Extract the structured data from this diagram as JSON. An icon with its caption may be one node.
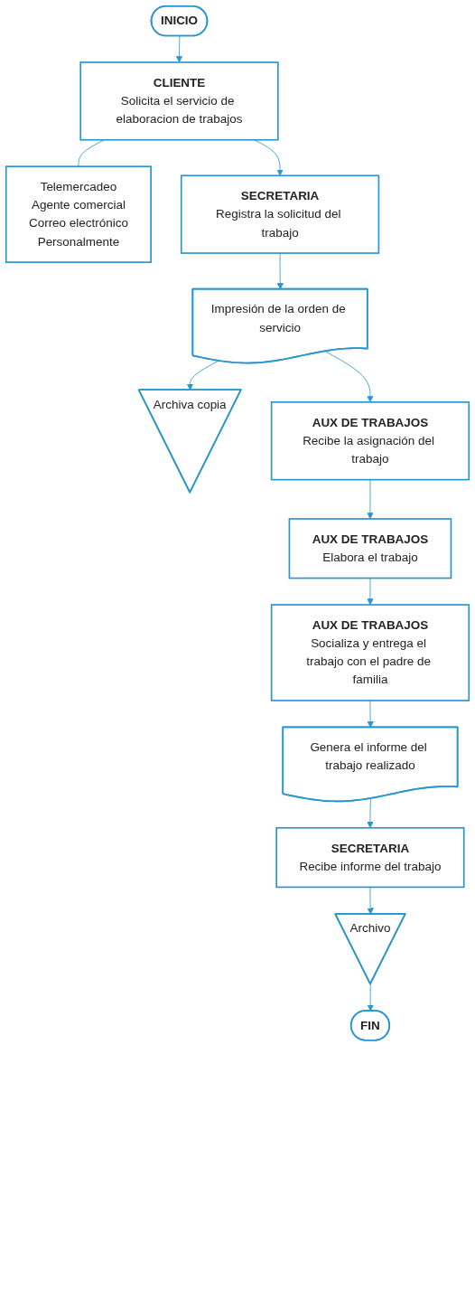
{
  "diagram": {
    "nodes": [
      {
        "text": [
          "INICIO"
        ]
      },
      {
        "text": [
          "CLIENTE",
          "Solicita el servicio de elaboracion de trabajos"
        ]
      },
      {
        "text": [
          "Telemercadeo",
          "Agente comercial",
          "Correo electrónico",
          "Personalmente"
        ]
      },
      {
        "text": [
          "SECRETARIA",
          "Registra la solicitud del trabajo"
        ]
      },
      {
        "text": [
          "Impresión de la orden de servicio"
        ]
      },
      {
        "text": [
          "Archiva copia"
        ]
      },
      {
        "text": [
          "AUX DE TRABAJOS",
          "Recibe la asignación del trabajo"
        ]
      },
      {
        "text": [
          "AUX DE TRABAJOS",
          "Elabora el trabajo"
        ]
      },
      {
        "text": [
          "AUX DE TRABAJOS",
          "Socializa y entrega el trabajo con el padre de familia"
        ]
      },
      {
        "text": [
          "Genera el informe del trabajo realizado"
        ]
      },
      {
        "text": [
          "SECRETARIA",
          "Recibe informe del trabajo"
        ]
      },
      {
        "text": [
          "Archivo"
        ]
      },
      {
        "text": [
          "FIN"
        ]
      }
    ],
    "edges": [
      {
        "from": 0,
        "to": 1,
        "arrow": "to"
      },
      {
        "from": 1,
        "to": 2,
        "arrow": "none"
      },
      {
        "from": 1,
        "to": 3,
        "arrow": "to"
      },
      {
        "from": 3,
        "to": 4,
        "arrow": "to"
      },
      {
        "from": 4,
        "to": 5,
        "arrow": "to"
      },
      {
        "from": 4,
        "to": 6,
        "arrow": "to"
      },
      {
        "from": 6,
        "to": 7,
        "arrow": "to"
      },
      {
        "from": 7,
        "to": 8,
        "arrow": "to"
      },
      {
        "from": 8,
        "to": 9,
        "arrow": "to"
      },
      {
        "from": 9,
        "to": 10,
        "arrow": "to"
      },
      {
        "from": 10,
        "to": 11,
        "arrow": "to"
      },
      {
        "from": 11,
        "to": 12,
        "arrow": "to"
      }
    ]
  }
}
